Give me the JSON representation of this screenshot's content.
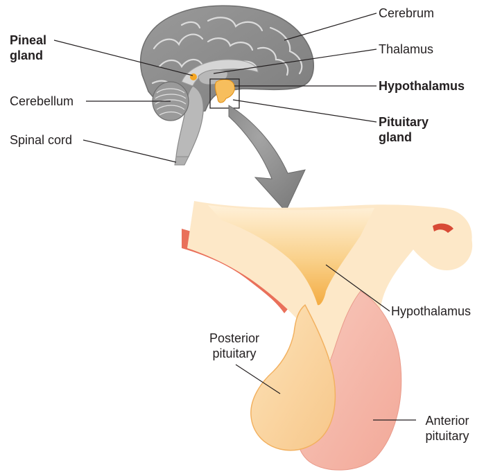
{
  "figure": {
    "labels": {
      "cerebrum": "Cerebrum",
      "thalamus": "Thalamus",
      "hypothalamus_top": "Hypothalamus",
      "pituitary_gland": [
        "Pituitary",
        "gland"
      ],
      "pineal_gland": [
        "Pineal",
        "gland"
      ],
      "cerebellum": "Cerebellum",
      "spinal_cord": "Spinal cord",
      "hypothalamus_detail": "Hypothalamus",
      "posterior_pituitary": [
        "Posterior",
        "pituitary"
      ],
      "anterior_pituitary": [
        "Anterior",
        "pituitary"
      ]
    },
    "colors": {
      "brain_gray": "#8e8e8e",
      "brain_light": "#bdbdbd",
      "arrow_gray": "#8a8a8a",
      "tissue_cream": "#fde6c0",
      "hypothalamus_orange": "#f6b24a",
      "posterior_lobe": "#fbd9a6",
      "anterior_lobe": "#f6b9ad",
      "membrane_red": "#e8604a",
      "gland_highlight": "#f5a623",
      "leader_line": "#231f20"
    }
  }
}
